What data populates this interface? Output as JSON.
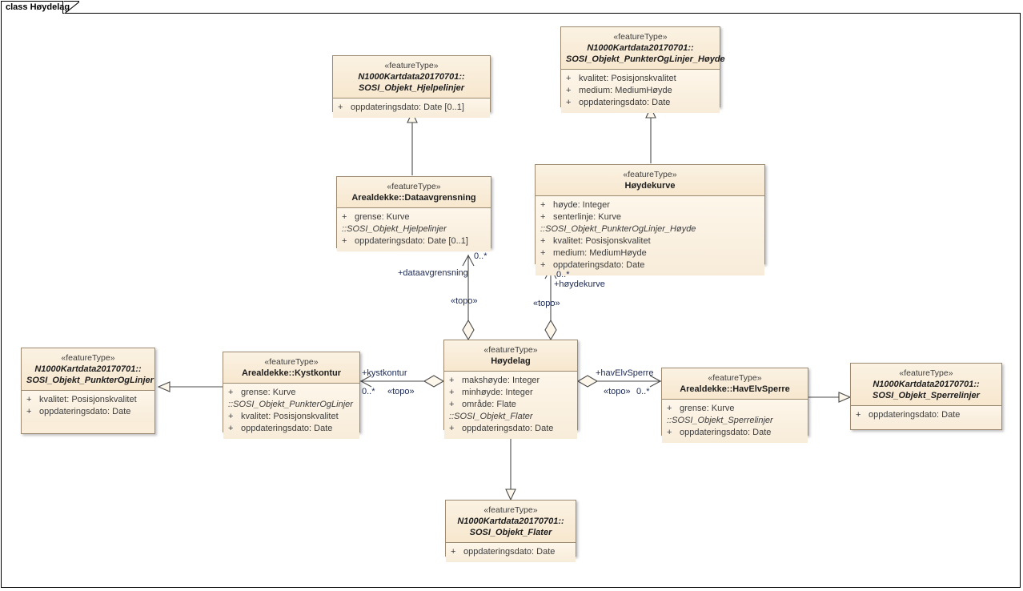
{
  "diagram": {
    "tab_label": "class Høydelag"
  },
  "classes": {
    "hjelpelinjer": {
      "stereotype": "«featureType»",
      "name_line1": "N1000Kartdata20170701::",
      "name_line2": "SOSI_Objekt_Hjelpelinjer",
      "attributes": [
        {
          "visibility": "+",
          "text": "oppdateringsdato: Date [0..1]"
        }
      ]
    },
    "punkterOgLinjerHoyde": {
      "stereotype": "«featureType»",
      "name_line1": "N1000Kartdata20170701::",
      "name_line2": "SOSI_Objekt_PunkterOgLinjer_Høyde",
      "attributes": [
        {
          "visibility": "+",
          "text": "kvalitet: Posisjonskvalitet"
        },
        {
          "visibility": "+",
          "text": "medium: MediumHøyde"
        },
        {
          "visibility": "+",
          "text": "oppdateringsdato: Date"
        }
      ]
    },
    "dataavgrensning": {
      "stereotype": "«featureType»",
      "name_line1": "Arealdekke::Dataavgrensning",
      "attributes": [
        {
          "visibility": "+",
          "text": "grense: Kurve"
        }
      ],
      "inherited_from": "::SOSI_Objekt_Hjelpelinjer",
      "inherited_attributes": [
        {
          "visibility": "+",
          "text": "oppdateringsdato: Date [0..1]"
        }
      ]
    },
    "hoydekurve": {
      "stereotype": "«featureType»",
      "name_line1": "Høydekurve",
      "attributes": [
        {
          "visibility": "+",
          "text": "høyde: Integer"
        },
        {
          "visibility": "+",
          "text": "senterlinje: Kurve"
        }
      ],
      "inherited_from": "::SOSI_Objekt_PunkterOgLinjer_Høyde",
      "inherited_attributes": [
        {
          "visibility": "+",
          "text": "kvalitet: Posisjonskvalitet"
        },
        {
          "visibility": "+",
          "text": "medium: MediumHøyde"
        },
        {
          "visibility": "+",
          "text": "oppdateringsdato: Date"
        }
      ]
    },
    "hoydelag": {
      "stereotype": "«featureType»",
      "name_line1": "Høydelag",
      "attributes": [
        {
          "visibility": "+",
          "text": "makshøyde: Integer"
        },
        {
          "visibility": "+",
          "text": "minhøyde: Integer"
        },
        {
          "visibility": "+",
          "text": "område: Flate"
        }
      ],
      "inherited_from": "::SOSI_Objekt_Flater",
      "inherited_attributes": [
        {
          "visibility": "+",
          "text": "oppdateringsdato: Date"
        }
      ]
    },
    "punkterOgLinjer": {
      "stereotype": "«featureType»",
      "name_line1": "N1000Kartdata20170701::",
      "name_line2": "SOSI_Objekt_PunkterOgLinjer",
      "attributes": [
        {
          "visibility": "+",
          "text": "kvalitet: Posisjonskvalitet"
        },
        {
          "visibility": "+",
          "text": "oppdateringsdato: Date"
        }
      ]
    },
    "kystkontur": {
      "stereotype": "«featureType»",
      "name_line1": "Arealdekke::Kystkontur",
      "attributes": [
        {
          "visibility": "+",
          "text": "grense: Kurve"
        }
      ],
      "inherited_from": "::SOSI_Objekt_PunkterOgLinjer",
      "inherited_attributes": [
        {
          "visibility": "+",
          "text": "kvalitet: Posisjonskvalitet"
        },
        {
          "visibility": "+",
          "text": "oppdateringsdato: Date"
        }
      ]
    },
    "havElvSperre": {
      "stereotype": "«featureType»",
      "name_line1": "Arealdekke::HavElvSperre",
      "attributes": [
        {
          "visibility": "+",
          "text": "grense: Kurve"
        }
      ],
      "inherited_from": "::SOSI_Objekt_Sperrelinjer",
      "inherited_attributes": [
        {
          "visibility": "+",
          "text": "oppdateringsdato: Date"
        }
      ]
    },
    "sperrelinjer": {
      "stereotype": "«featureType»",
      "name_line1": "N1000Kartdata20170701::",
      "name_line2": "SOSI_Objekt_Sperrelinjer",
      "attributes": [
        {
          "visibility": "+",
          "text": "oppdateringsdato: Date"
        }
      ]
    },
    "flater": {
      "stereotype": "«featureType»",
      "name_line1": "N1000Kartdata20170701::",
      "name_line2": "SOSI_Objekt_Flater",
      "attributes": [
        {
          "visibility": "+",
          "text": "oppdateringsdato: Date"
        }
      ]
    }
  },
  "edge_labels": {
    "dataavgrensning_mult": "0..*",
    "dataavgrensning_role": "+dataavgrensning",
    "dataavgrensning_stereo": "«topo»",
    "hoydekurve_mult": "0..*",
    "hoydekurve_role": "+høydekurve",
    "hoydekurve_stereo": "«topo»",
    "kystkontur_role": "+kystkontur",
    "kystkontur_mult": "0..*",
    "kystkontur_stereo": "«topo»",
    "havelvsperre_role": "+havElvSperre",
    "havelvsperre_mult": "0..*",
    "havelvsperre_stereo": "«topo»"
  },
  "colors": {
    "class_fill": "#faeedb",
    "class_border": "#9c8a70",
    "link": "#4b4b4b",
    "label_text": "#1c2a55"
  }
}
